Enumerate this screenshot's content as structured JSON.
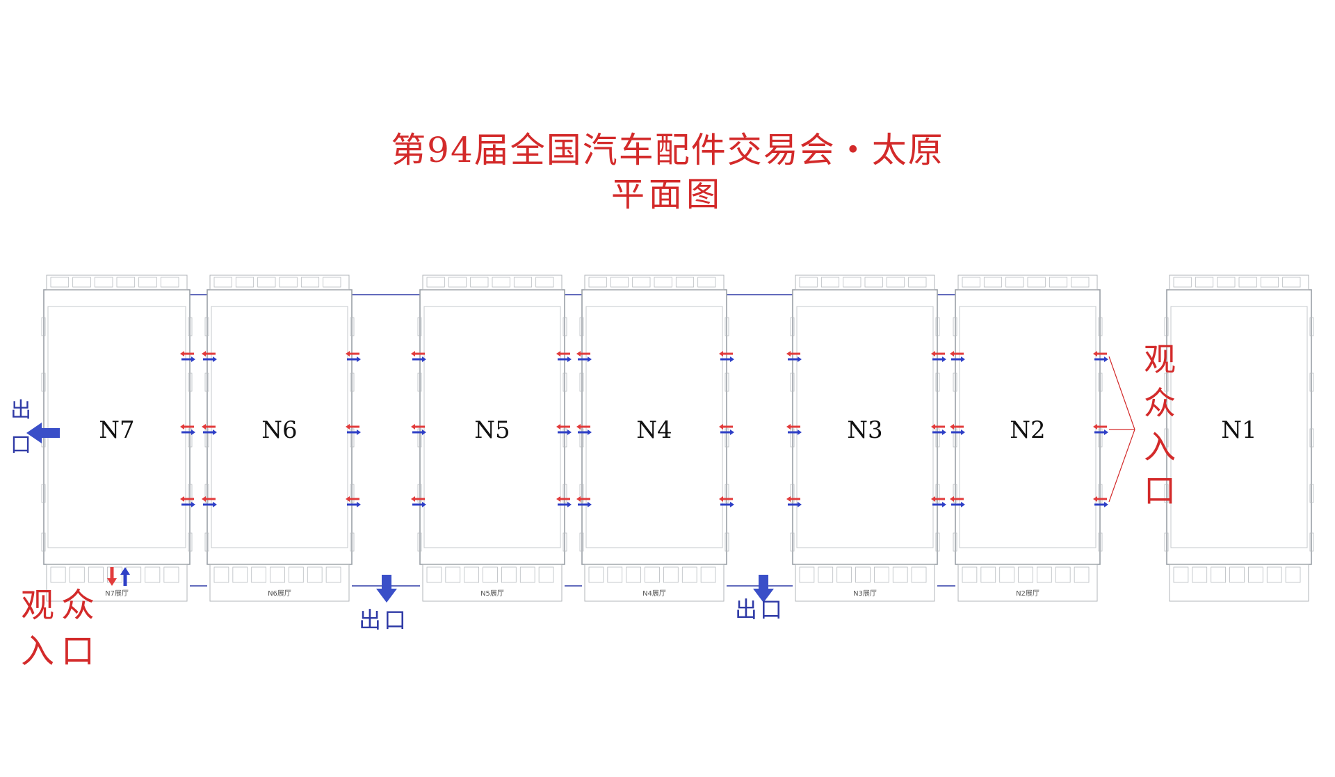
{
  "title": "第94届全国汽车配件交易会・太原",
  "subtitle": "平面图",
  "halls": [
    {
      "label": "N7",
      "caption": "N7展厅"
    },
    {
      "label": "N6",
      "caption": "N6展厅"
    },
    {
      "label": "N5",
      "caption": "N5展厅"
    },
    {
      "label": "N4",
      "caption": "N4展厅"
    },
    {
      "label": "N3",
      "caption": "N3展厅"
    },
    {
      "label": "N2",
      "caption": "N2展厅"
    },
    {
      "label": "N1",
      "caption": ""
    }
  ],
  "entrances": [
    {
      "line1": "观众",
      "line2": "入口",
      "where": "bottom-left, below N7"
    },
    {
      "line1": "观众",
      "line2": "入口",
      "where": "between N2 and N1"
    }
  ],
  "exits": [
    {
      "text": "出口",
      "where": "left of N7"
    },
    {
      "text": "出口",
      "where": "below gap between N6 and N5"
    },
    {
      "text": "出口",
      "where": "below gap between N4 and N3"
    }
  ],
  "colors": {
    "title": "#d32a2a",
    "entrance": "#d32a2a",
    "exit": "#2f3aa6",
    "arrow_red": "#e23b3b",
    "arrow_blue": "#2e3fc6",
    "exit_arrow": "#3a4fc8",
    "outline": "#9aa0a6",
    "connector": "#2f3aa6"
  }
}
